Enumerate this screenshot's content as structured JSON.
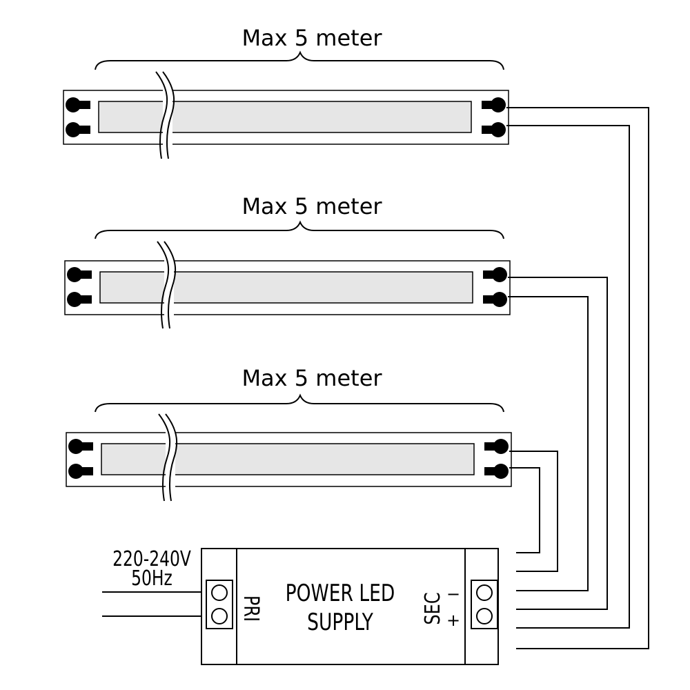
{
  "strips": [
    {
      "length_label": "Max 5 meter"
    },
    {
      "length_label": "Max 5 meter"
    },
    {
      "length_label": "Max 5 meter"
    }
  ],
  "input": {
    "voltage": "220-240V",
    "frequency": "50Hz"
  },
  "supply": {
    "title_line1": "POWER LED",
    "title_line2": "SUPPLY",
    "primary_label": "PRI",
    "secondary_label": "SEC",
    "minus_label": "−",
    "plus_label": "+"
  },
  "colors": {
    "line": "#000000",
    "strip_fill": "#e6e6e6",
    "background": "#ffffff"
  }
}
